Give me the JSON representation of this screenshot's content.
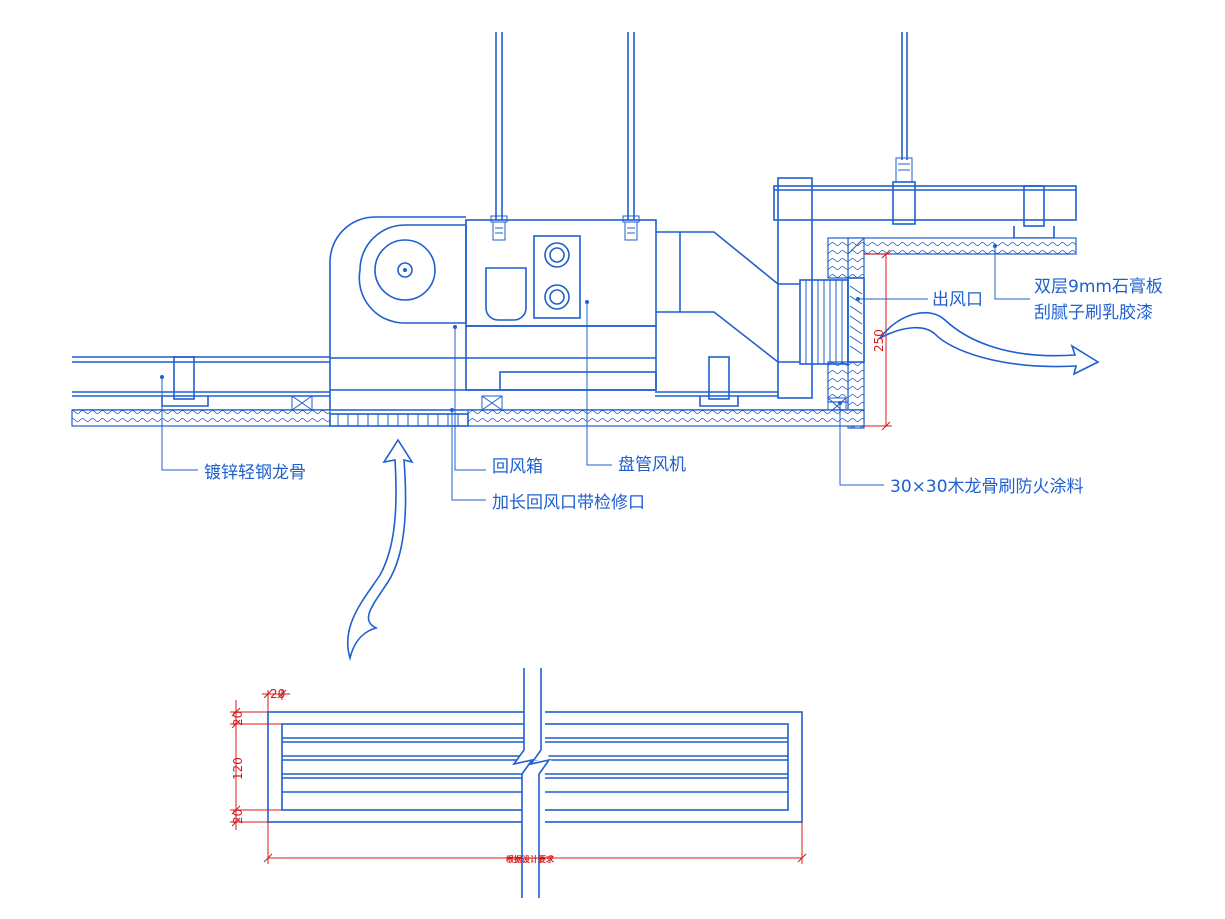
{
  "labels": {
    "keel": "镀锌轻钢龙骨",
    "return_box": "回风箱",
    "return_outlet": "加长回风口带检修口",
    "fan_coil": "盘管风机",
    "wood_keel": "30×30木龙骨刷防火涂料",
    "air_outlet": "出风口",
    "gypsum_line1": "双层9mm石膏板",
    "gypsum_line2": "刮腻子刷乳胶漆"
  },
  "dimensions": {
    "height_250": "250",
    "left_20": "20",
    "top_20": "20",
    "mid_120": "120",
    "bot_20": "20",
    "width_note": "根据设计要求"
  },
  "colors": {
    "line": "#1f5fd0",
    "dimension": "#d81818"
  }
}
